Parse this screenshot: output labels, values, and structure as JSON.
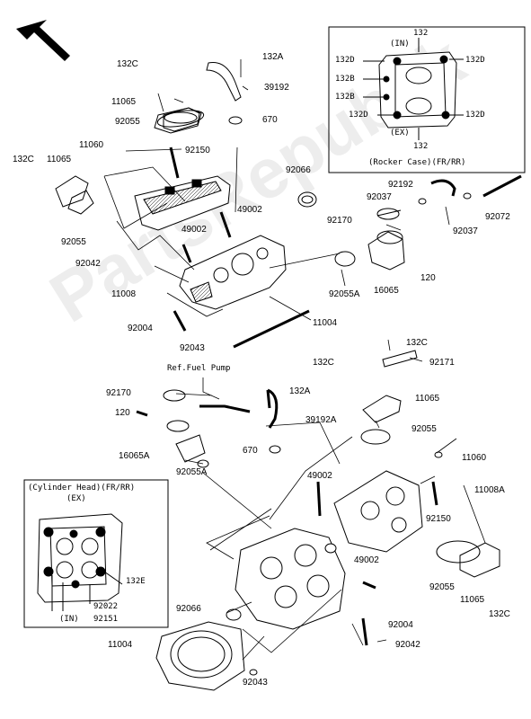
{
  "watermark": "PartsRepublik",
  "insets": {
    "rocker_case": {
      "title": "(Rocker Case)(FR/RR)",
      "in_label": "(IN)",
      "ex_label": "(EX)",
      "top_code": "132",
      "bottom_code": "132",
      "left_codes": [
        "132D",
        "132B",
        "132B",
        "132D"
      ],
      "right_codes": [
        "132D",
        "132D"
      ]
    },
    "cylinder_head": {
      "title": "(Cylinder Head)(FR/RR)",
      "ex_label": "(EX)",
      "in_label": "(IN)",
      "codes": [
        "132E",
        "92022",
        "92151"
      ]
    }
  },
  "ref_label": "Ref.Fuel Pump",
  "labels": [
    {
      "id": "l1",
      "text": "132C"
    },
    {
      "id": "l2",
      "text": "132A"
    },
    {
      "id": "l3",
      "text": "39192"
    },
    {
      "id": "l4",
      "text": "11065"
    },
    {
      "id": "l5",
      "text": "92055"
    },
    {
      "id": "l6",
      "text": "670"
    },
    {
      "id": "l7",
      "text": "11060"
    },
    {
      "id": "l8",
      "text": "92150"
    },
    {
      "id": "l9",
      "text": "132C"
    },
    {
      "id": "l10",
      "text": "11065"
    },
    {
      "id": "l11",
      "text": "92066"
    },
    {
      "id": "l12",
      "text": "92192"
    },
    {
      "id": "l13",
      "text": "92037"
    },
    {
      "id": "l14",
      "text": "92170"
    },
    {
      "id": "l15",
      "text": "92037"
    },
    {
      "id": "l16",
      "text": "92072"
    },
    {
      "id": "l17",
      "text": "49002"
    },
    {
      "id": "l18",
      "text": "49002"
    },
    {
      "id": "l19",
      "text": "92055"
    },
    {
      "id": "l20",
      "text": "92042"
    },
    {
      "id": "l21",
      "text": "120"
    },
    {
      "id": "l22",
      "text": "11008"
    },
    {
      "id": "l23",
      "text": "92055A"
    },
    {
      "id": "l24",
      "text": "16065"
    },
    {
      "id": "l25",
      "text": "92004"
    },
    {
      "id": "l26",
      "text": "11004"
    },
    {
      "id": "l27",
      "text": "92043"
    },
    {
      "id": "l28",
      "text": "132C"
    },
    {
      "id": "l29",
      "text": "132C"
    },
    {
      "id": "l30",
      "text": "92171"
    },
    {
      "id": "l31",
      "text": "92170"
    },
    {
      "id": "l32",
      "text": "132A"
    },
    {
      "id": "l33",
      "text": "11065"
    },
    {
      "id": "l34",
      "text": "120"
    },
    {
      "id": "l35",
      "text": "39192A"
    },
    {
      "id": "l36",
      "text": "92055"
    },
    {
      "id": "l37",
      "text": "16065A"
    },
    {
      "id": "l38",
      "text": "670"
    },
    {
      "id": "l39",
      "text": "11060"
    },
    {
      "id": "l40",
      "text": "92055A"
    },
    {
      "id": "l41",
      "text": "49002"
    },
    {
      "id": "l42",
      "text": "11008A"
    },
    {
      "id": "l43",
      "text": "92150"
    },
    {
      "id": "l44",
      "text": "49002"
    },
    {
      "id": "l45",
      "text": "92055"
    },
    {
      "id": "l46",
      "text": "11065"
    },
    {
      "id": "l47",
      "text": "92066"
    },
    {
      "id": "l48",
      "text": "132C"
    },
    {
      "id": "l49",
      "text": "92004"
    },
    {
      "id": "l50",
      "text": "11004"
    },
    {
      "id": "l51",
      "text": "92042"
    },
    {
      "id": "l52",
      "text": "92043"
    }
  ]
}
